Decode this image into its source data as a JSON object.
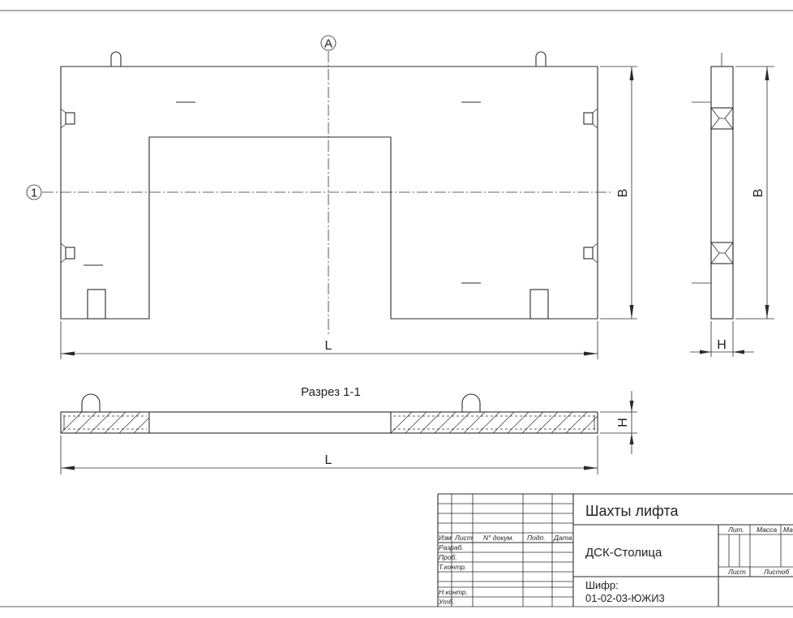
{
  "axes": {
    "marker_a": "A",
    "marker_1": "1"
  },
  "dimensions": {
    "length": "L",
    "width": "B",
    "height": "H"
  },
  "section": {
    "title": "Разрез 1-1"
  },
  "title_block": {
    "title": "Шахты лифта",
    "organization": "ДСК-Столица",
    "code_label": "Шифр:",
    "code_value": "01-02-03-ЮЖИ3",
    "column_headers": [
      "Изм",
      "Лист",
      "N° докум.",
      "Подп.",
      "Дата"
    ],
    "row_labels": [
      "Разраб.",
      "Проб.",
      "Т.контр.",
      "Н.контр.",
      "Утб."
    ],
    "stage_headers": [
      "Лит.",
      "Масса",
      "Ма"
    ],
    "sheet_headers": [
      "Лист",
      "Листоб"
    ]
  }
}
